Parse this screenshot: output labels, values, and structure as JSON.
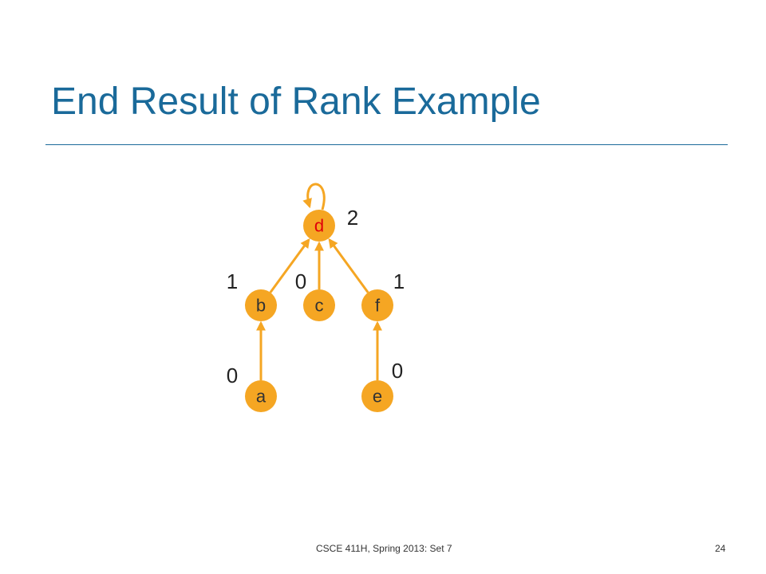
{
  "slide": {
    "title": "End Result of Rank Example",
    "footer": "CSCE 411H, Spring 2013:  Set 7",
    "page_number": "24"
  },
  "colors": {
    "title": "#1a6a9a",
    "node_fill": "#f5a623",
    "edge": "#f5a623",
    "root_label": "#e0000a",
    "label": "#333333"
  },
  "diagram": {
    "nodes": [
      {
        "id": "d",
        "label": "d",
        "rank": "2",
        "root": true
      },
      {
        "id": "b",
        "label": "b",
        "rank": "1",
        "root": false
      },
      {
        "id": "c",
        "label": "c",
        "rank": "0",
        "root": false
      },
      {
        "id": "f",
        "label": "f",
        "rank": "1",
        "root": false
      },
      {
        "id": "a",
        "label": "a",
        "rank": "0",
        "root": false
      },
      {
        "id": "e",
        "label": "e",
        "rank": "0",
        "root": false
      }
    ],
    "edges": [
      {
        "from": "b",
        "to": "d"
      },
      {
        "from": "c",
        "to": "d"
      },
      {
        "from": "f",
        "to": "d"
      },
      {
        "from": "a",
        "to": "b"
      },
      {
        "from": "e",
        "to": "f"
      },
      {
        "from": "d",
        "to": "d"
      }
    ]
  }
}
